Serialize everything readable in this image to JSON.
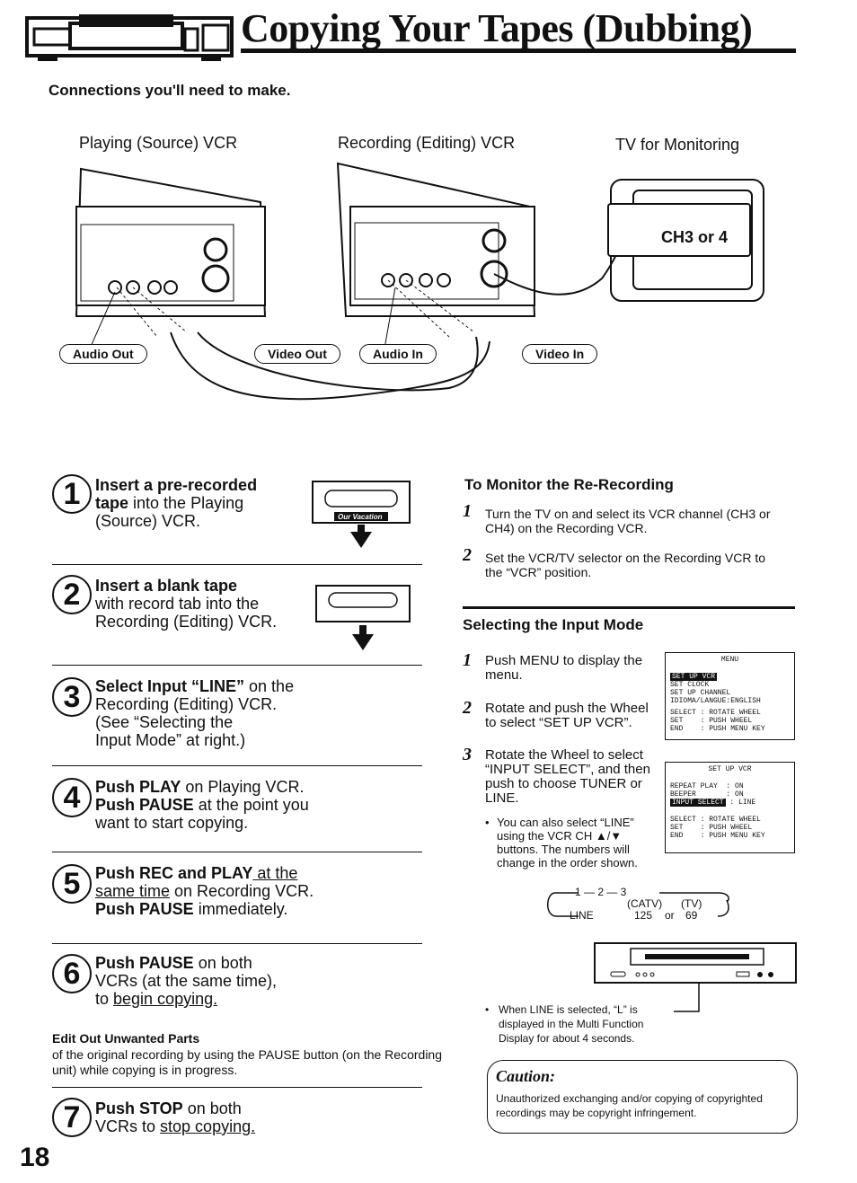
{
  "header": {
    "title": "Copying Your Tapes (Dubbing)"
  },
  "connections": {
    "heading": "Connections you'll need to make.",
    "device_labels": [
      "Playing (Source) VCR",
      "Recording (Editing) VCR",
      "TV for Monitoring"
    ],
    "tv_channel": "CH3 or 4",
    "callouts": [
      "Audio Out",
      "Video Out",
      "Audio In",
      "Video In"
    ]
  },
  "steps": [
    {
      "num": "1",
      "lines": [
        [
          "b",
          "Insert a pre-recorded"
        ],
        [
          "mix",
          "tape",
          " into the Playing"
        ],
        [
          "",
          "(Source) VCR."
        ]
      ]
    },
    {
      "num": "2",
      "lines": [
        [
          "b",
          "Insert a blank tape"
        ],
        [
          "",
          "with record tab into the"
        ],
        [
          "",
          "Recording (Editing) VCR."
        ]
      ]
    },
    {
      "num": "3",
      "lines": [
        [
          "mix2",
          "Select Input “LINE”",
          " on the"
        ],
        [
          "",
          "Recording (Editing) VCR."
        ],
        [
          "",
          "(See “Selecting the"
        ],
        [
          "",
          "Input Mode” at right.)"
        ]
      ]
    },
    {
      "num": "4",
      "lines": [
        [
          "mix2",
          "Push PLAY",
          " on Playing VCR."
        ],
        [
          "mix2",
          "Push PAUSE",
          " at the point you"
        ],
        [
          "",
          "want to start copying."
        ]
      ]
    },
    {
      "num": "5",
      "lines": [
        [
          "mixu",
          "Push REC and PLAY",
          " at the"
        ],
        [
          "mixu2",
          "same time",
          " on Recording VCR."
        ],
        [
          "mix2",
          "Push PAUSE",
          " immediately."
        ]
      ]
    },
    {
      "num": "6",
      "lines": [
        [
          "mix2",
          "Push PAUSE",
          " on both"
        ],
        [
          "",
          "VCRs (at the same time),"
        ],
        [
          "mixu3",
          "to ",
          "begin copying."
        ]
      ]
    },
    {
      "num": "7",
      "lines": [
        [
          "mix2",
          "Push STOP",
          " on both"
        ],
        [
          "mixu3",
          "VCRs to ",
          "stop copying."
        ]
      ]
    }
  ],
  "edit_out": {
    "heading": "Edit Out Unwanted Parts",
    "text": "of the original recording by using the PAUSE button (on the Recording unit) while copying is in progress."
  },
  "monitor": {
    "heading": "To Monitor the Re-Recording",
    "items": [
      {
        "num": "1",
        "text": "Turn the TV on and select its VCR channel (CH3 or CH4) on the Recording VCR."
      },
      {
        "num": "2",
        "text": "Set the VCR/TV selector on the Recording VCR to the “VCR” position."
      }
    ]
  },
  "input_mode": {
    "heading": "Selecting the Input Mode",
    "items": [
      {
        "num": "1",
        "text": "Push MENU to display the menu."
      },
      {
        "num": "2",
        "text": "Rotate and push the Wheel to select “SET UP VCR”."
      },
      {
        "num": "3",
        "text": "Rotate the Wheel to select “INPUT SELECT”, and then push to choose TUNER or LINE."
      }
    ],
    "bullet": "You can also select “LINE” using the VCR CH ▲/▼ buttons. The numbers will change in the order shown.",
    "cycle": {
      "top": "1 — 2 — 3",
      "catv": "(CATV)",
      "tv": "(TV)",
      "line": "LINE",
      "n125": "125",
      "or": "or",
      "n69": "69"
    },
    "menu1": {
      "header": "MENU",
      "highlight": "SET UP VCR",
      "rows": [
        "SET CLOCK",
        "SET UP CHANNEL",
        "IDIOMA/LANGUE:ENGLISH"
      ],
      "keys": [
        "SELECT : ROTATE WHEEL",
        "SET    : PUSH WHEEL",
        "END    : PUSH MENU KEY"
      ]
    },
    "menu2": {
      "header": "SET UP VCR",
      "rows": [
        "REPEAT PLAY  : ON",
        "BEEPER       : ON"
      ],
      "highlight": "INPUT SELECT",
      "highlight_val": ": LINE",
      "keys": [
        "SELECT : ROTATE WHEEL",
        "SET    : PUSH WHEEL",
        "END    : PUSH MENU KEY"
      ]
    },
    "line_note": "When LINE is selected, “L” is displayed in the Multi Function Display for about 4 seconds."
  },
  "caution": {
    "title": "Caution:",
    "text": "Unauthorized exchanging and/or copying of copyrighted recordings may be copyright infringement."
  },
  "tape_label": "Our Vacation",
  "page_number": "18"
}
